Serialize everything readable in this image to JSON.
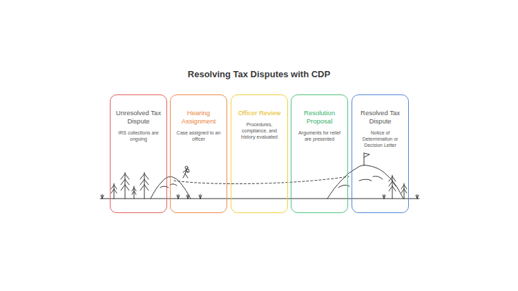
{
  "diagram": {
    "title": "Resolving Tax Disputes with CDP",
    "nodes": [
      {
        "text": [
          "Unresolved Tax Dispute",
          "IRS collections are ongoing"
        ]
      },
      {
        "text": [
          "Hearing Assignment",
          "Case assigned to an officer"
        ]
      },
      {
        "text": [
          "Officer Review",
          "Procedures, compliance, and history evaluated"
        ]
      },
      {
        "text": [
          "Resolution Proposal",
          "Arguments for relief are presented"
        ]
      },
      {
        "text": [
          "Resolved Tax Dispute",
          "Notice of Determination or Decision Letter"
        ]
      }
    ]
  }
}
